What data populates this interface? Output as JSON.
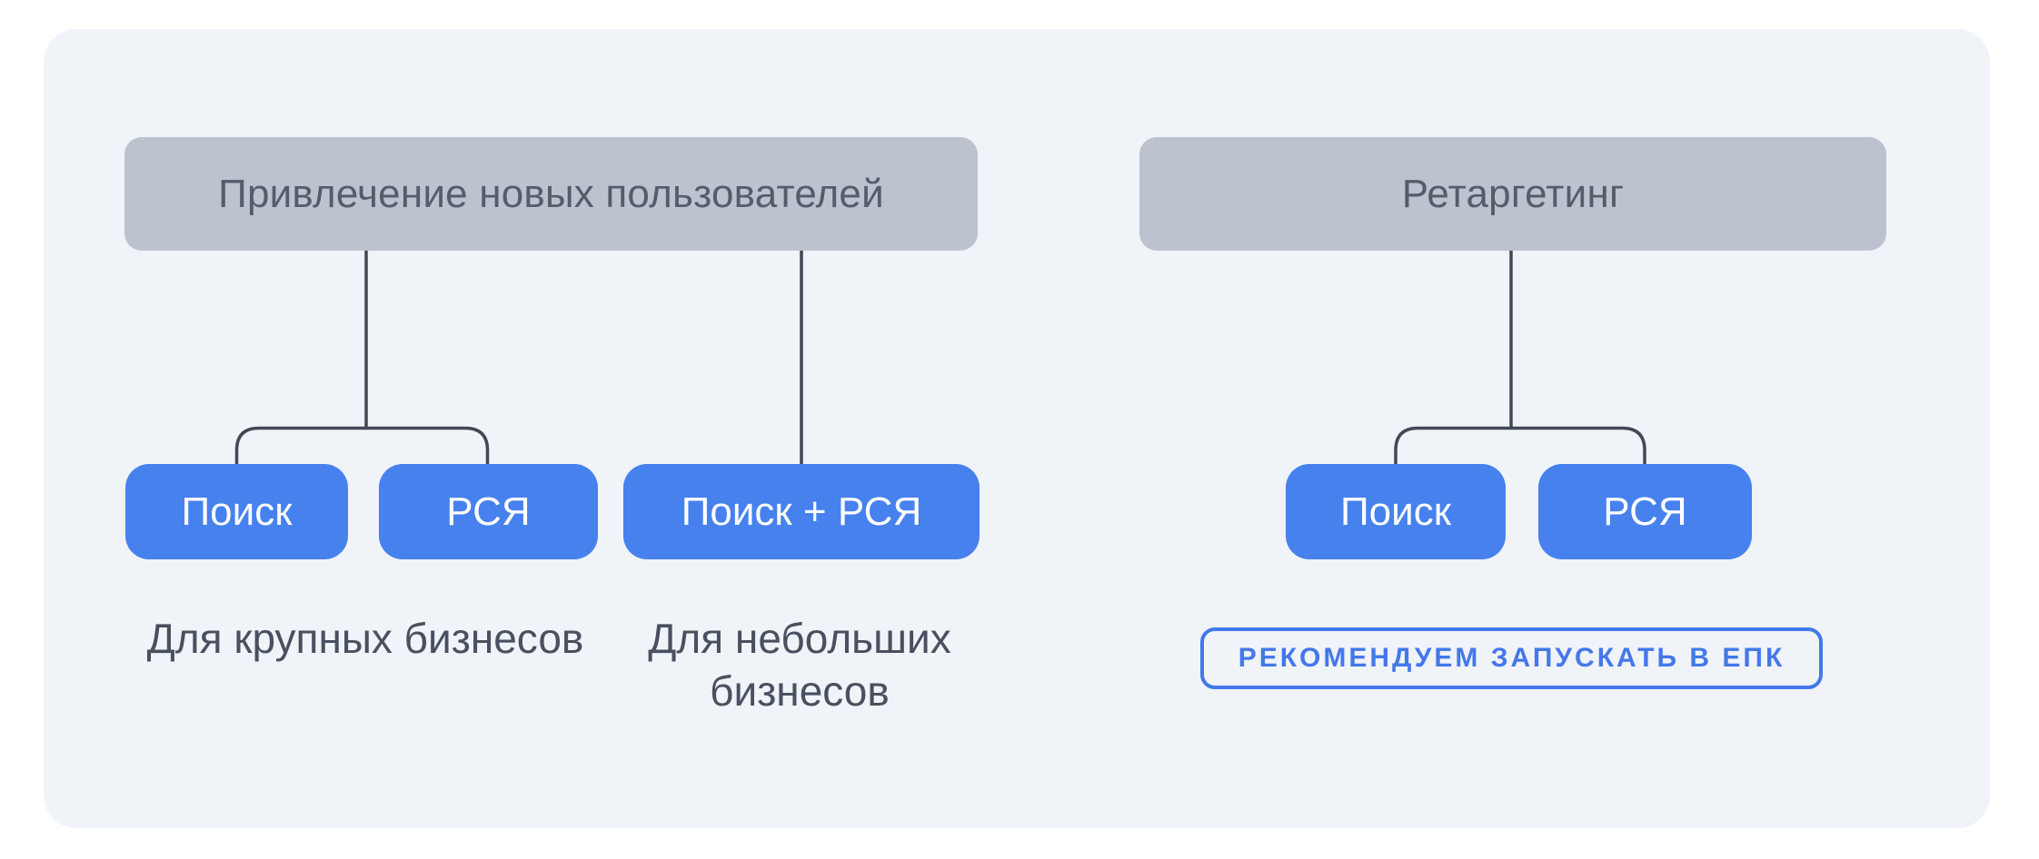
{
  "page": {
    "background": "#FFFFFF",
    "card_background": "#F0F3F8"
  },
  "colors": {
    "node_blue": "#4681ED",
    "node_text": "#FFFFFF",
    "header_gray": "#BDC2CF",
    "header_text": "#555C6A",
    "caption_text": "#49505F",
    "connector": "#414955",
    "badge_blue": "#4478EA"
  },
  "group_new_users": {
    "title": "Привлечение новых пользователей",
    "nodes": {
      "search": "Поиск",
      "rsya": "РСЯ",
      "combined": "Поиск + РСЯ"
    },
    "captions": {
      "large_business": "Для крупных бизнесов",
      "small_business": "Для небольших бизнесов"
    }
  },
  "group_retargeting": {
    "title": "Ретаргетинг",
    "nodes": {
      "search": "Поиск",
      "rsya": "РСЯ"
    },
    "badge": "РЕКОМЕНДУЕМ ЗАПУСКАТЬ В ЕПК"
  }
}
